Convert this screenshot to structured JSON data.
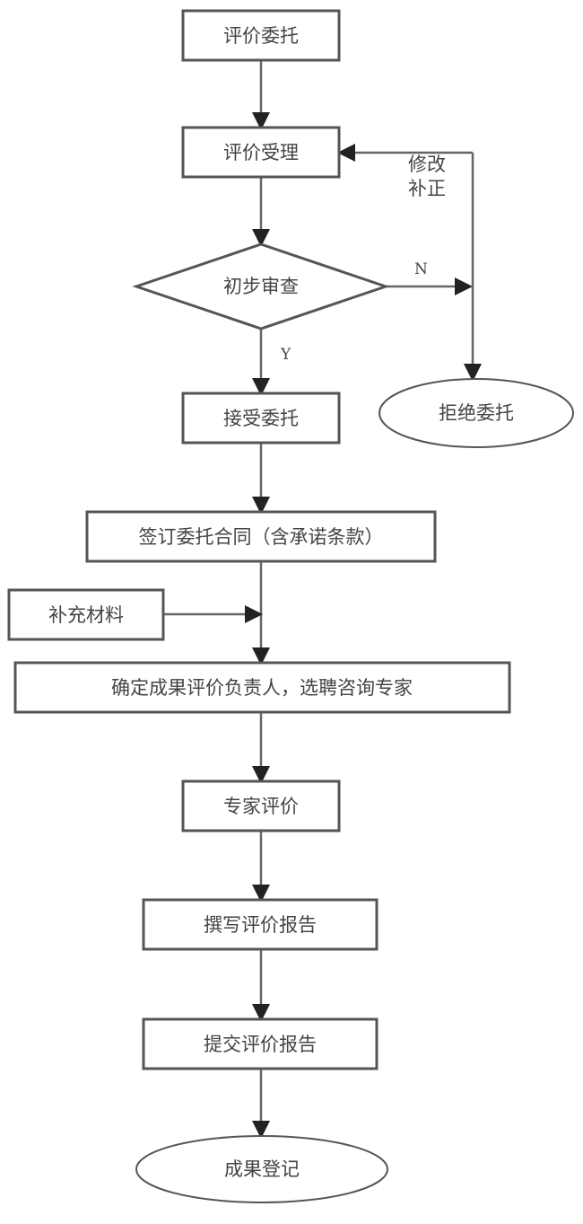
{
  "nodes": {
    "commission": "评价委托",
    "acceptance": "评价受理",
    "preliminary_review": "初步审查",
    "accept_commission": "接受委托",
    "reject_commission": "拒绝委托",
    "sign_contract": "签订委托合同（含承诺条款）",
    "supplement_materials": "补充材料",
    "assign_experts": "确定成果评价负责人，选聘咨询专家",
    "expert_review": "专家评价",
    "write_report": "撰写评价报告",
    "submit_report": "提交评价报告",
    "registration": "成果登记"
  },
  "labels": {
    "revise_line1": "修改",
    "revise_line2": "补正",
    "no": "N",
    "yes": "Y"
  }
}
